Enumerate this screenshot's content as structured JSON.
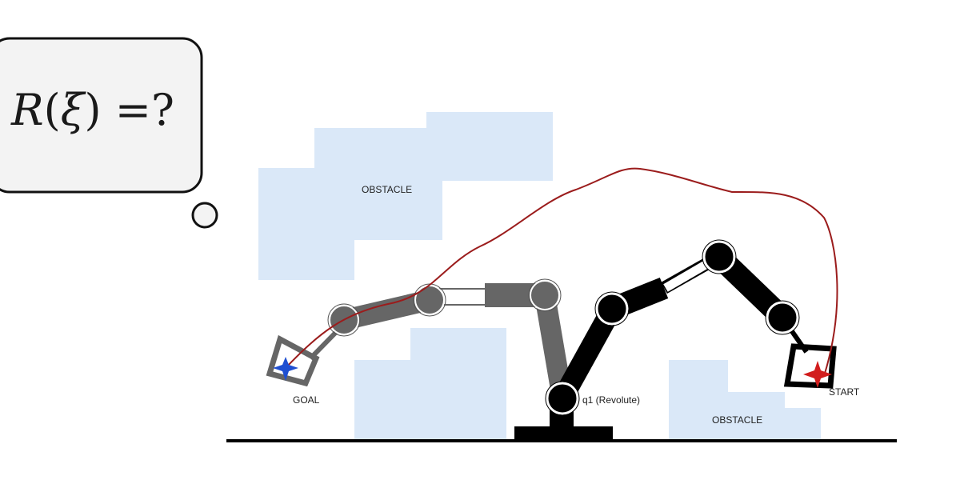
{
  "thought_bubble": {
    "equation_parts": [
      "R",
      "(",
      "ξ",
      ")",
      " =?"
    ]
  },
  "labels": {
    "obstacle_top": "OBSTACLE",
    "obstacle_bottom_right": "OBSTACLE",
    "goal": "GOAL",
    "start": "START",
    "joint_q1": "q1 (Revolute)"
  },
  "colors": {
    "obstacle": "#dae8f8",
    "goal_arm": "#666666",
    "start_arm": "#000000",
    "trajectory": "#9b1c1c",
    "goal_marker": "#1f4fd1",
    "start_marker": "#d21d1d",
    "bubble_fill": "#f3f3f3"
  }
}
